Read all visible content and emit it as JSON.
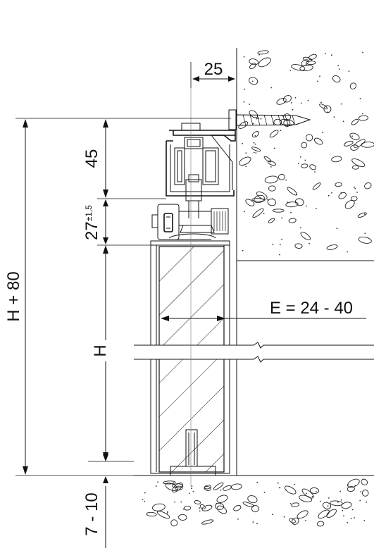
{
  "dimensions": {
    "offset": "25",
    "track_height": "45",
    "hanger_gap": "27",
    "hanger_gap_tol": "±1,5",
    "total_height": "H + 80",
    "door_height": "H",
    "thickness": "E = 24 - 40",
    "floor_gap": "7 - 10"
  },
  "colors": {
    "line": "#111111",
    "centerline": "#777777",
    "background": "#ffffff"
  }
}
